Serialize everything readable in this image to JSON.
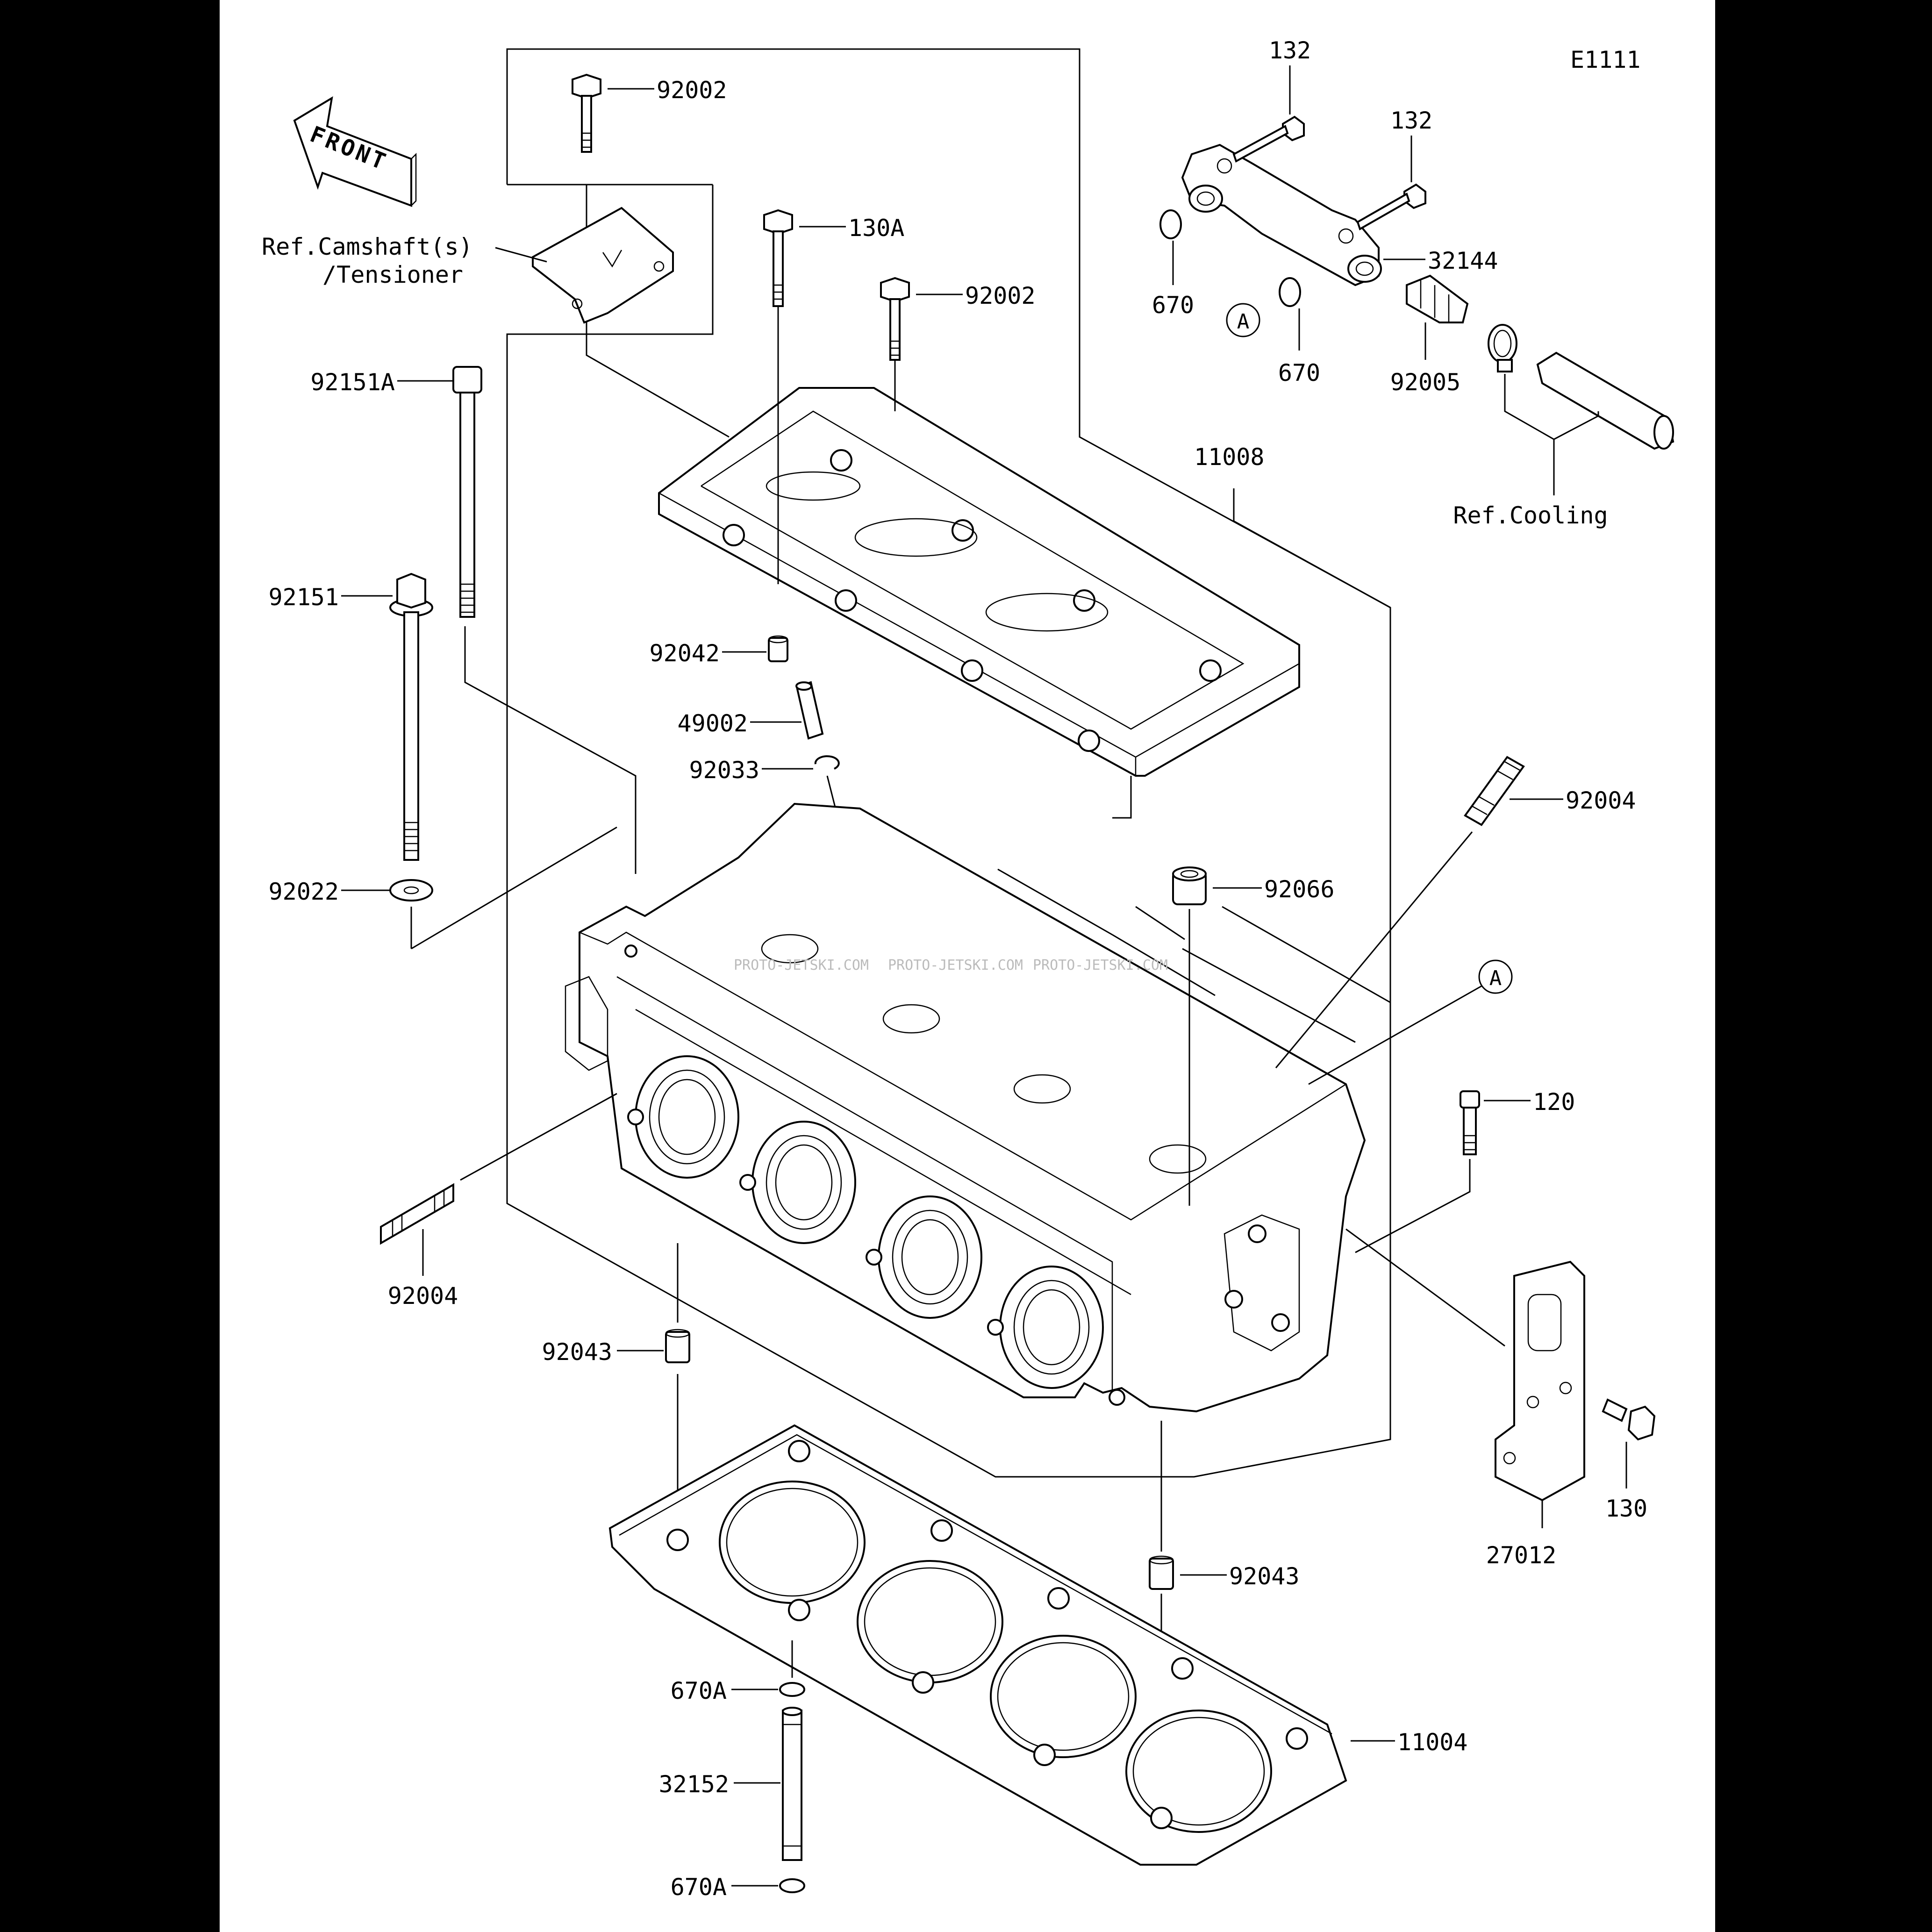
{
  "diagram_code": "E1111",
  "front_arrow": "FRONT",
  "refs": {
    "camshaft_line1": "Ref.Camshaft(s)",
    "camshaft_line2": "/Tensioner",
    "cooling": "Ref.Cooling"
  },
  "callout_circle": "A",
  "watermark": "PROTO-JETSKI.COM",
  "labels": {
    "p92002_top": "92002",
    "p130A": "130A",
    "p92002_mid": "92002",
    "p92151A": "92151A",
    "p92151": "92151",
    "p92042": "92042",
    "p49002": "49002",
    "p92033": "92033",
    "p92022": "92022",
    "p92004_left": "92004",
    "p92043_left": "92043",
    "p670A_top": "670A",
    "p32152": "32152",
    "p670A_bottom": "670A",
    "p132_a": "132",
    "p132_b": "132",
    "p32144": "32144",
    "p670_a": "670",
    "p670_b": "670",
    "p92005": "92005",
    "p11008": "11008",
    "p92004_right": "92004",
    "p92066": "92066",
    "p120": "120",
    "p130": "130",
    "p27012": "27012",
    "p92043_right": "92043",
    "p11004": "11004"
  }
}
